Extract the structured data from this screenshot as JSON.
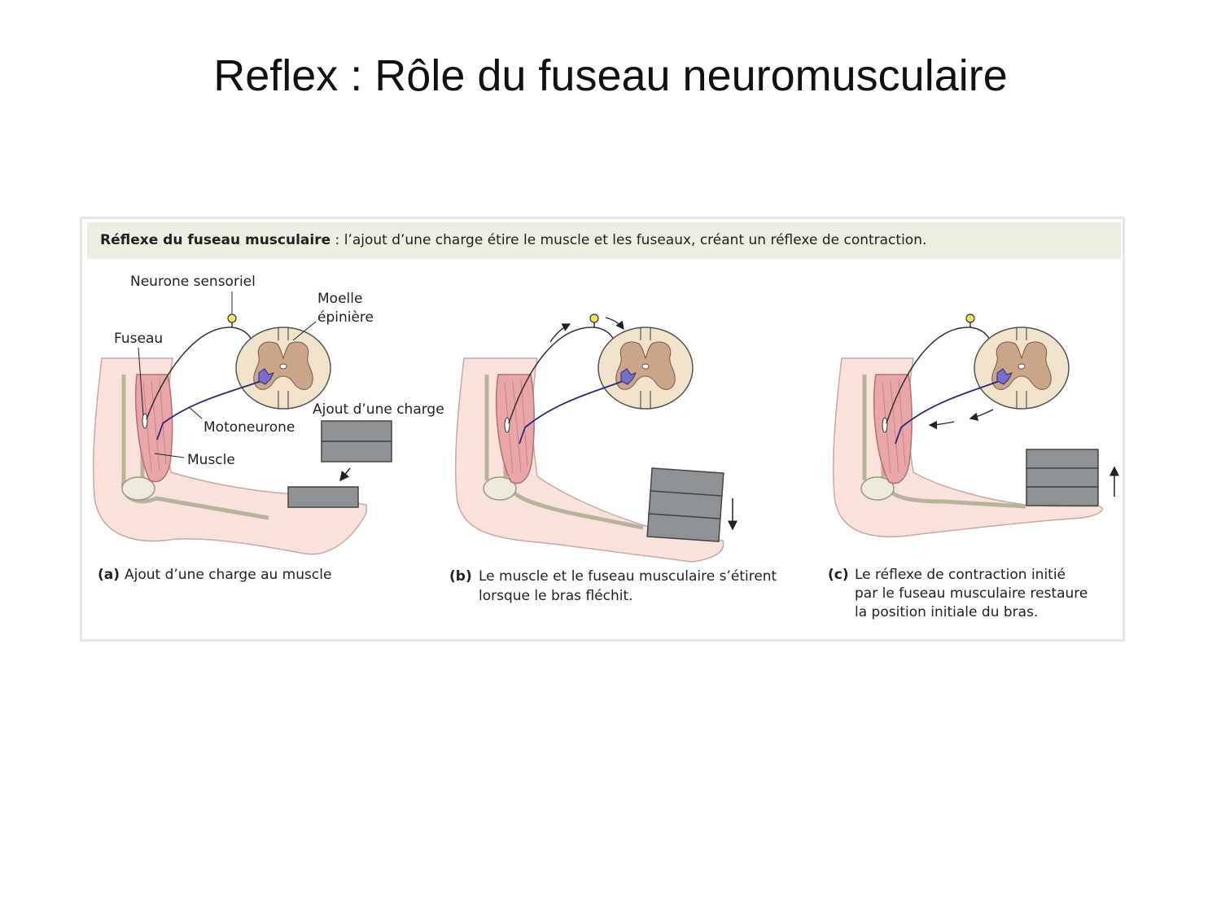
{
  "title": "Reflex : Rôle du fuseau neuromusculaire",
  "caption": {
    "bold": "Réflexe du fuseau musculaire",
    "rest": " : l’ajout d’une charge étire le muscle et les fuseaux, créant un réflexe de contraction."
  },
  "labels": {
    "sensory_neuron": "Neurone sensoriel",
    "spinal_cord_line1": "Moelle",
    "spinal_cord_line2": "épinière",
    "spindle": "Fuseau",
    "load": "Ajout d’une charge",
    "motor_neuron": "Motoneurone",
    "muscle": "Muscle"
  },
  "panels": [
    {
      "letter": "(a)",
      "lines": [
        "Ajout d’une charge au muscle"
      ]
    },
    {
      "letter": "(b)",
      "lines": [
        "Le muscle et le fuseau musculaire s’étirent",
        "lorsque le bras fléchit."
      ]
    },
    {
      "letter": "(c)",
      "lines": [
        "Le réflexe de contraction initié",
        "par le fuseau musculaire restaure",
        "la position initiale du bras."
      ]
    }
  ],
  "colors": {
    "muscle": "#e8a6a8",
    "skin": "#f9e2dc",
    "gray_matter": "#c9a58a",
    "white_matter": "#f1e2cc",
    "motor_neuron": "#7a6fc8",
    "sensory_body": "#f5e36a",
    "weight": "#8f9294",
    "caption_bg": "#edeee1"
  }
}
